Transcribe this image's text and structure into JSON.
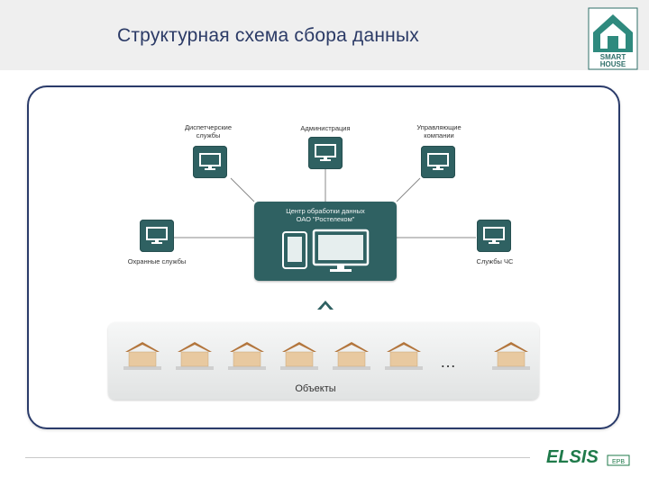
{
  "slide": {
    "title": "Структурная схема сбора данных"
  },
  "logo": {
    "line1": "SMART",
    "line2": "HOUSE"
  },
  "center": {
    "label": "Центр обработки данных\nОАО \"Ростелеком\""
  },
  "nodes": {
    "dispatch": "Диспетчерские\nслужбы",
    "admin": "Администрация",
    "management": "Управляющие\nкомпании",
    "security": "Охранные службы",
    "emergency": "Службы ЧС"
  },
  "objects": {
    "label": "Объекты",
    "ellipsis": "…"
  },
  "footer": {
    "brand": "ELSIS",
    "suffix": "EPB"
  },
  "colors": {
    "tile": "#2f6162",
    "title": "#2b3a66",
    "frame": "#2a3b6a",
    "house": "#e8c9a0"
  }
}
